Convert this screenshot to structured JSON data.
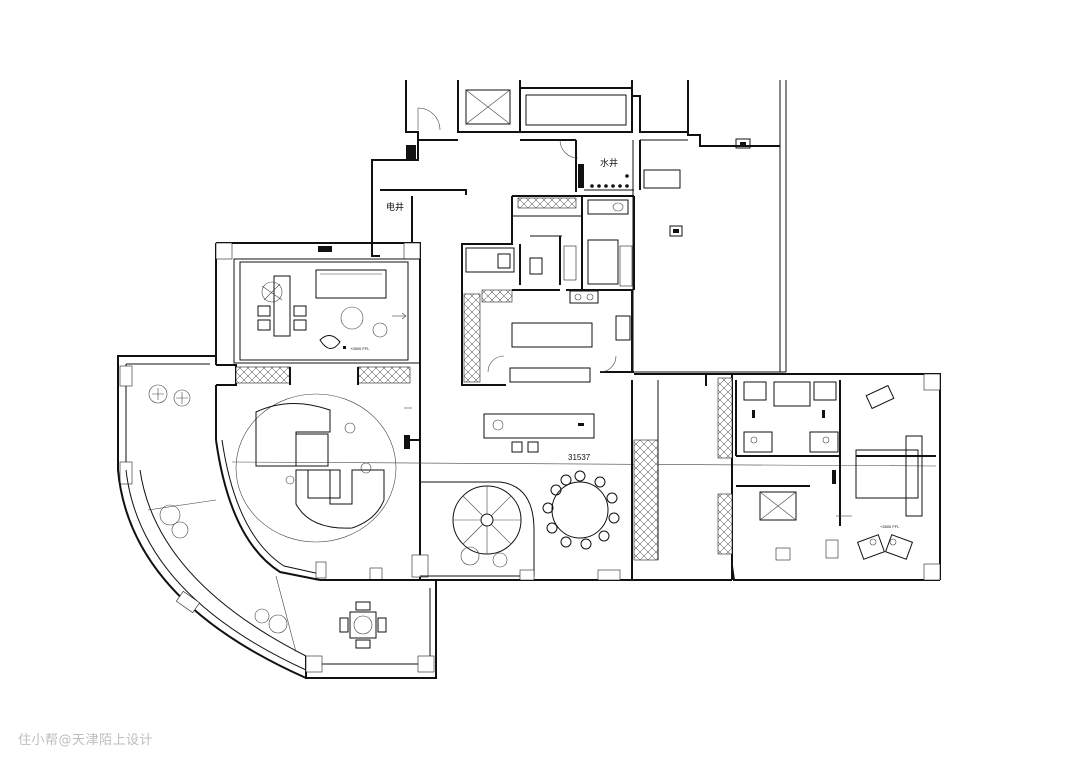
{
  "labels": {
    "electric_shaft": "电井",
    "water_shaft": "水井",
    "dimension": "31537",
    "elevation_1": "+2800 FFL",
    "elevation_2": "+2800 FFL"
  },
  "watermark": "住小帮@天津陌上设计",
  "colors": {
    "line": "#111111",
    "thin": "#444444",
    "background": "#ffffff",
    "watermark": "#bdbdbd"
  }
}
